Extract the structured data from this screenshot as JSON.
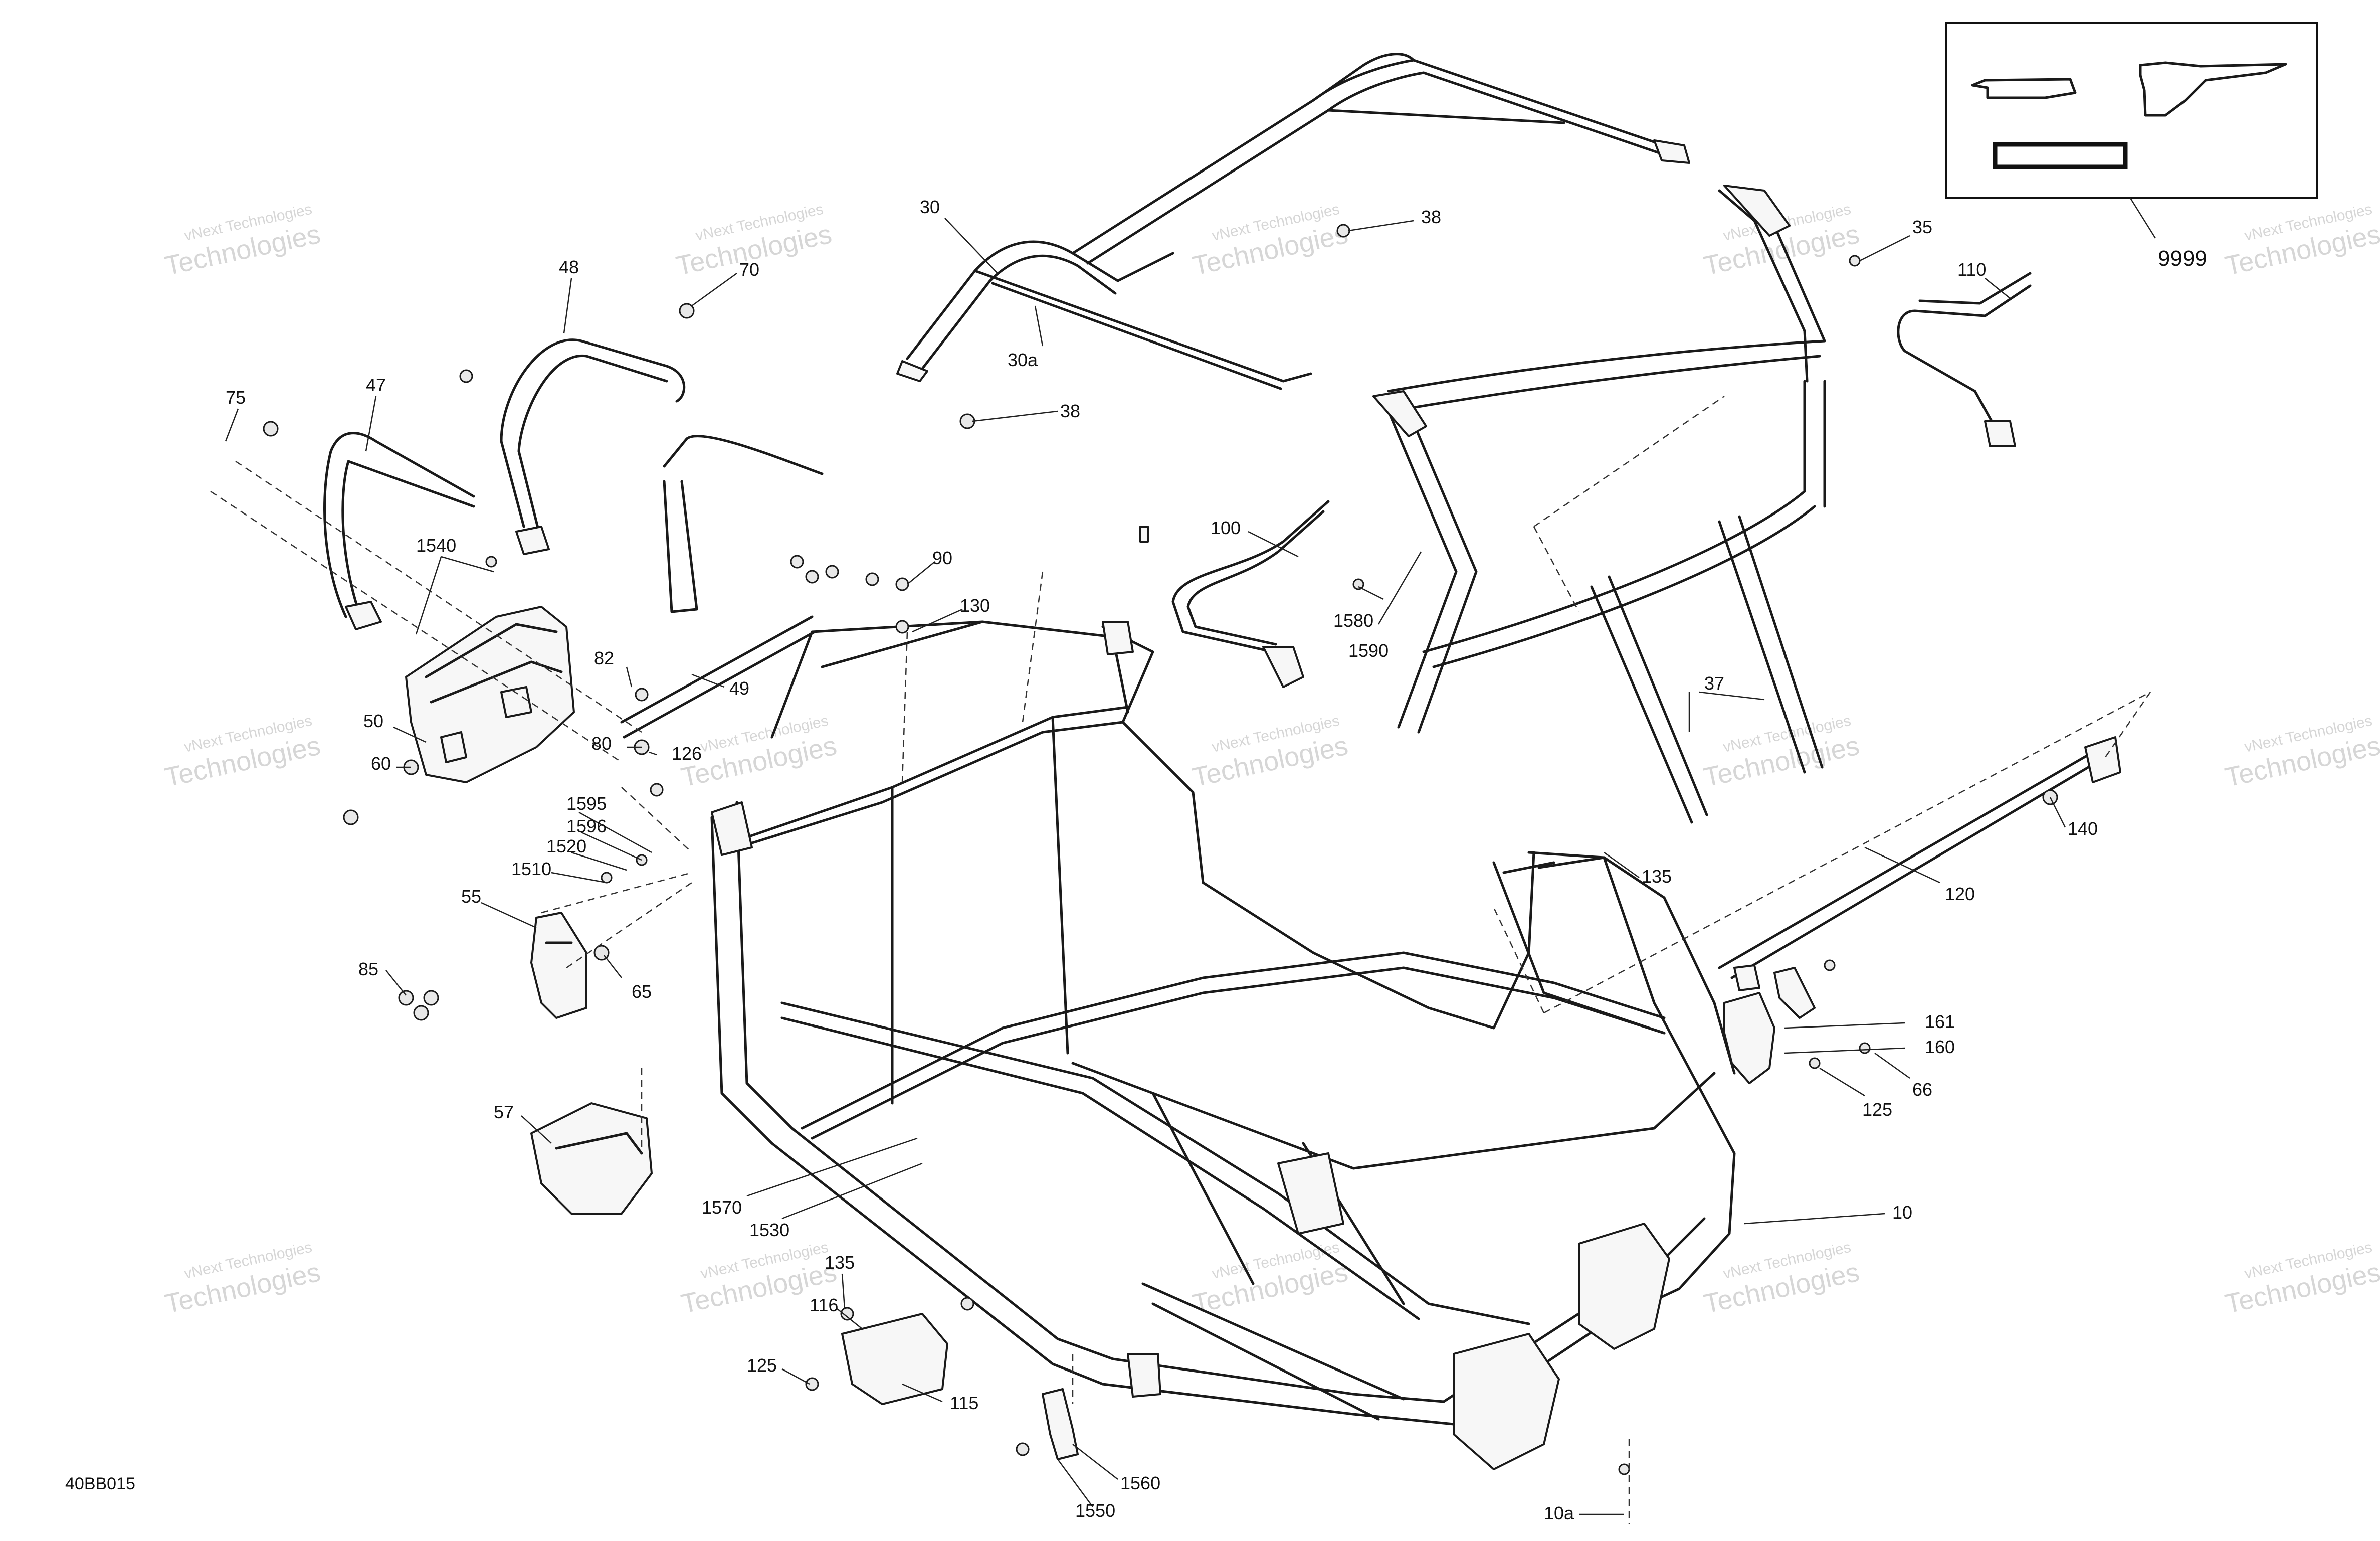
{
  "drawing_code": "40BB015",
  "watermark": {
    "line1": "vNext Technologies",
    "line2": "Technologies"
  },
  "kit": {
    "label": "9999"
  },
  "callouts": [
    {
      "id": "c-30",
      "label": "30"
    },
    {
      "id": "c-30a",
      "label": "30a"
    },
    {
      "id": "c-38a",
      "label": "38"
    },
    {
      "id": "c-38b",
      "label": "38"
    },
    {
      "id": "c-35",
      "label": "35"
    },
    {
      "id": "c-110",
      "label": "110"
    },
    {
      "id": "c-48",
      "label": "48"
    },
    {
      "id": "c-70",
      "label": "70"
    },
    {
      "id": "c-47",
      "label": "47"
    },
    {
      "id": "c-75",
      "label": "75"
    },
    {
      "id": "c-1540",
      "label": "1540"
    },
    {
      "id": "c-100",
      "label": "100"
    },
    {
      "id": "c-1580",
      "label": "1580"
    },
    {
      "id": "c-1590",
      "label": "1590"
    },
    {
      "id": "c-90",
      "label": "90"
    },
    {
      "id": "c-130",
      "label": "130"
    },
    {
      "id": "c-82",
      "label": "82"
    },
    {
      "id": "c-49",
      "label": "49"
    },
    {
      "id": "c-80",
      "label": "80"
    },
    {
      "id": "c-126",
      "label": "126"
    },
    {
      "id": "c-50",
      "label": "50"
    },
    {
      "id": "c-60",
      "label": "60"
    },
    {
      "id": "c-37",
      "label": "37"
    },
    {
      "id": "c-140",
      "label": "140"
    },
    {
      "id": "c-1595",
      "label": "1595"
    },
    {
      "id": "c-1596",
      "label": "1596"
    },
    {
      "id": "c-1520",
      "label": "1520"
    },
    {
      "id": "c-1510",
      "label": "1510"
    },
    {
      "id": "c-135a",
      "label": "135"
    },
    {
      "id": "c-120",
      "label": "120"
    },
    {
      "id": "c-55",
      "label": "55"
    },
    {
      "id": "c-85",
      "label": "85"
    },
    {
      "id": "c-65",
      "label": "65"
    },
    {
      "id": "c-161",
      "label": "161"
    },
    {
      "id": "c-160",
      "label": "160"
    },
    {
      "id": "c-66",
      "label": "66"
    },
    {
      "id": "c-125a",
      "label": "125"
    },
    {
      "id": "c-57",
      "label": "57"
    },
    {
      "id": "c-1570",
      "label": "1570"
    },
    {
      "id": "c-1530",
      "label": "1530"
    },
    {
      "id": "c-10",
      "label": "10"
    },
    {
      "id": "c-135b",
      "label": "135"
    },
    {
      "id": "c-116",
      "label": "116"
    },
    {
      "id": "c-125b",
      "label": "125"
    },
    {
      "id": "c-115",
      "label": "115"
    },
    {
      "id": "c-1560",
      "label": "1560"
    },
    {
      "id": "c-1550",
      "label": "1550"
    },
    {
      "id": "c-10a",
      "label": "10a"
    }
  ]
}
